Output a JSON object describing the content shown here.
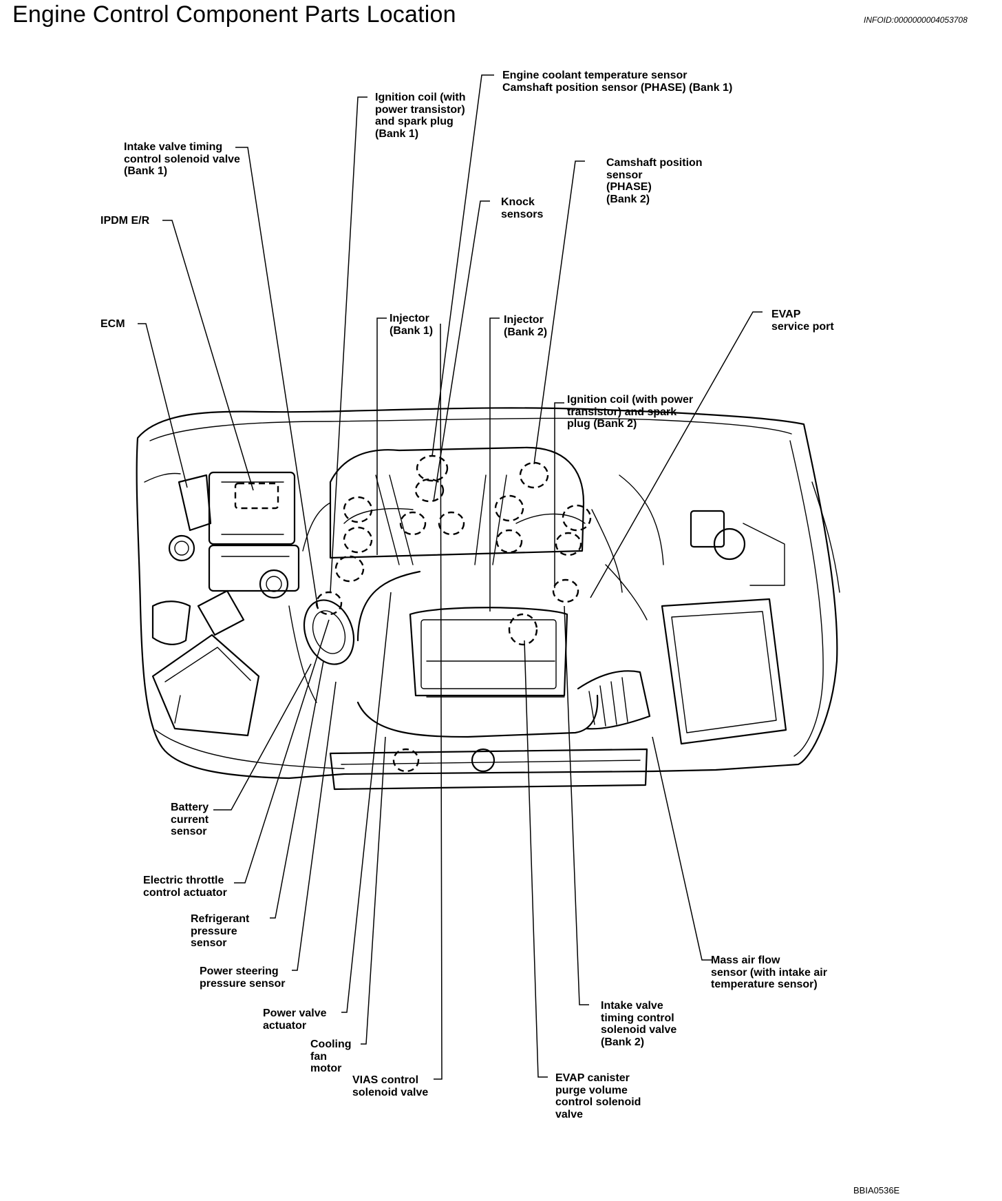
{
  "header": {
    "title": "Engine Control Component Parts Location",
    "info_id": "INFOID:0000000004053708"
  },
  "figure_id": "BBIA0536E",
  "labels": {
    "intake_valve_bank1": "Intake valve timing\ncontrol solenoid valve\n(Bank 1)",
    "ipdm": "IPDM E/R",
    "ecm": "ECM",
    "ignition_coil_bank1": "Ignition coil (with\npower transistor)\nand spark plug\n(Bank 1)",
    "coolant_camshaft": "Engine coolant temperature sensor\nCamshaft position sensor (PHASE) (Bank 1)",
    "knock": "Knock\nsensors",
    "camshaft_bank2": "Camshaft position\nsensor\n(PHASE)\n(Bank 2)",
    "injector_bank1": "Injector\n(Bank 1)",
    "injector_bank2": "Injector\n(Bank 2)",
    "evap_port": "EVAP\nservice port",
    "ignition_coil_bank2": "Ignition coil (with power\ntransistor) and spark\nplug (Bank 2)",
    "battery_sensor": "Battery\ncurrent\nsensor",
    "throttle": "Electric throttle\ncontrol actuator",
    "refrigerant": "Refrigerant\npressure\nsensor",
    "power_steering": "Power steering\npressure sensor",
    "power_valve": "Power valve\nactuator",
    "cooling_fan": "Cooling\nfan\nmotor",
    "vias": "VIAS control\nsolenoid valve",
    "evap_canister": "EVAP canister\npurge volume\ncontrol solenoid\nvalve",
    "intake_valve_bank2": "Intake valve\ntiming control\nsolenoid valve\n(Bank 2)",
    "maf": "Mass air flow\nsensor (with intake air\ntemperature sensor)"
  }
}
